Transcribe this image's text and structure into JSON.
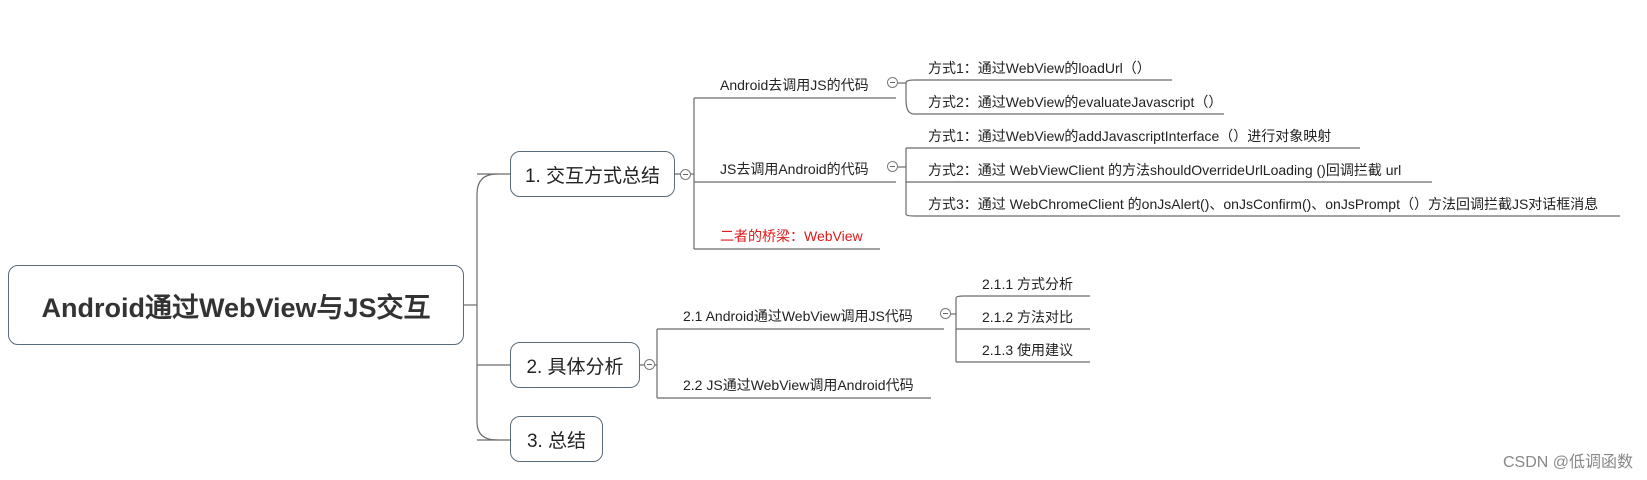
{
  "mindmap": {
    "root": "Android通过WebView与JS交互",
    "branch1": {
      "label": "1. 交互方式总结",
      "sub1": {
        "label": "Android去调用JS的代码",
        "items": [
          "方式1：通过WebView的loadUrl（）",
          "方式2：通过WebView的evaluateJavascript（）"
        ]
      },
      "sub2": {
        "label": "JS去调用Android的代码",
        "items": [
          "方式1：通过WebView的addJavascriptInterface（）进行对象映射",
          "方式2：通过 WebViewClient 的方法shouldOverrideUrlLoading ()回调拦截 url",
          "方式3：通过 WebChromeClient 的onJsAlert()、onJsConfirm()、onJsPrompt（）方法回调拦截JS对话框消息"
        ]
      },
      "sub3": {
        "label": "二者的桥梁：WebView"
      }
    },
    "branch2": {
      "label": "2. 具体分析",
      "sub1": {
        "label": "2.1  Android通过WebView调用JS代码",
        "items": [
          "2.1.1 方式分析",
          "2.1.2 方法对比",
          "2.1.3 使用建议"
        ]
      },
      "sub2": {
        "label": "2.2 JS通过WebView调用Android代码"
      }
    },
    "branch3": {
      "label": "3. 总结"
    }
  },
  "watermark": "CSDN @低调函数",
  "colors": {
    "line": "#6b6b6b",
    "box_border": "#5a6b7a",
    "bridge_text": "#e0191b"
  }
}
